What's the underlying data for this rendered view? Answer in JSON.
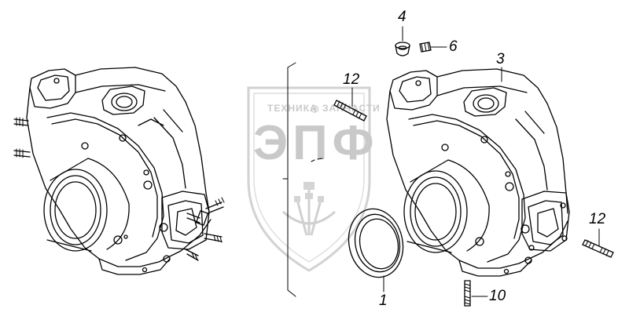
{
  "diagram": {
    "callouts": {
      "part1": "1",
      "part3": "3",
      "part4": "4",
      "part6": "6",
      "part10": "10",
      "part12_top": "12",
      "part12_right": "12"
    },
    "watermark": {
      "top_text": "ТЕХНИКА",
      "mid_sep": "◎",
      "top_text_2": "ЗАПЧАСТИ",
      "logo_text": "ЭПФ"
    }
  },
  "colors": {
    "line": "#000000",
    "watermark": "#c9c9c9",
    "background": "#ffffff"
  }
}
